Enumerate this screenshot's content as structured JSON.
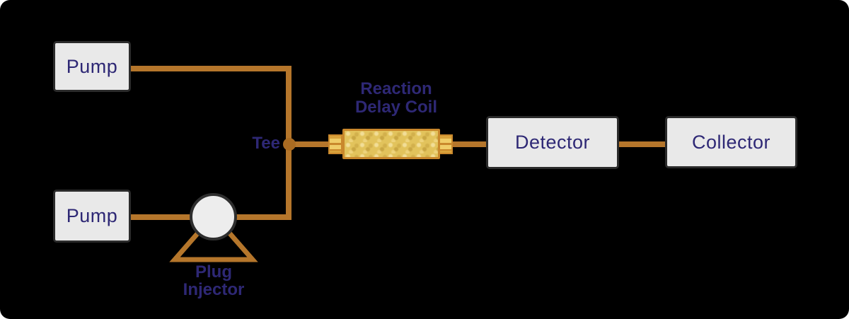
{
  "diagram": {
    "nodes": {
      "pump_top": {
        "label": "Pump"
      },
      "pump_bottom": {
        "label": "Pump"
      },
      "detector": {
        "label": "Detector"
      },
      "collector": {
        "label": "Collector"
      }
    },
    "labels": {
      "tee": "Tee",
      "coil_line1": "Reaction",
      "coil_line2": "Delay Coil",
      "injector_line1": "Plug",
      "injector_line2": "Injector"
    },
    "colors": {
      "background": "#000000",
      "pipe": "#b5762b",
      "node_fill": "#e9e9e9",
      "node_border": "#2b2b2b",
      "label_text": "#2e2875",
      "coil_fill": "#e2c35c",
      "coil_border": "#c9882c"
    }
  }
}
